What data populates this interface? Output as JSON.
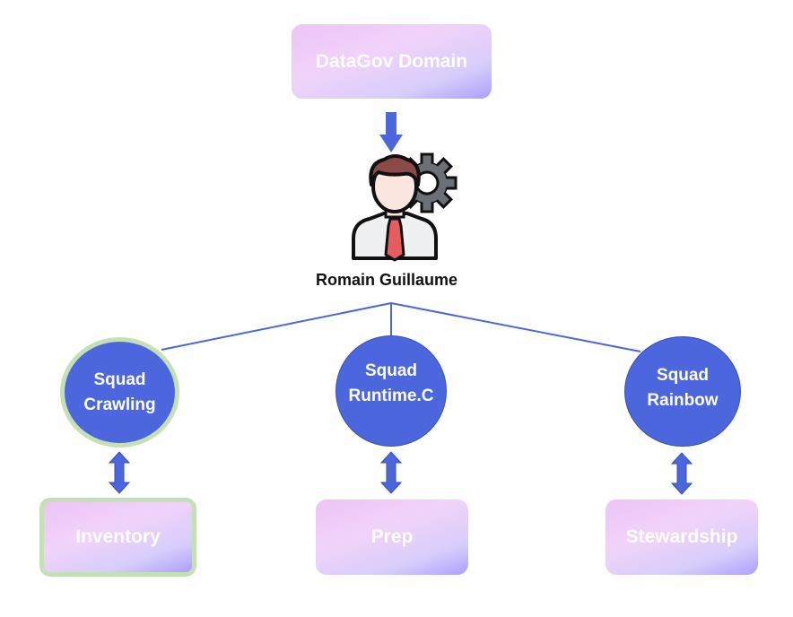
{
  "root": {
    "label": "DataGov Domain"
  },
  "manager": {
    "name": "Romain Guillaume",
    "icon": "manager-with-gear-icon"
  },
  "squads": [
    {
      "label": "Squad\nCrawling",
      "line1": "Squad",
      "line2": "Crawling",
      "highlighted": true
    },
    {
      "label": "Squad\nRuntime.C",
      "line1": "Squad",
      "line2": "Runtime.C",
      "highlighted": false
    },
    {
      "label": "Squad\nRainbow",
      "line1": "Squad",
      "line2": "Rainbow",
      "highlighted": false
    }
  ],
  "domains": [
    {
      "label": "Inventory",
      "highlighted": true
    },
    {
      "label": "Prep",
      "highlighted": false
    },
    {
      "label": "Stewardship",
      "highlighted": false
    }
  ],
  "colors": {
    "node_blue": "#4c66dd",
    "arrow_blue": "#4c66dd",
    "highlight_green": "#c5e0b4"
  }
}
